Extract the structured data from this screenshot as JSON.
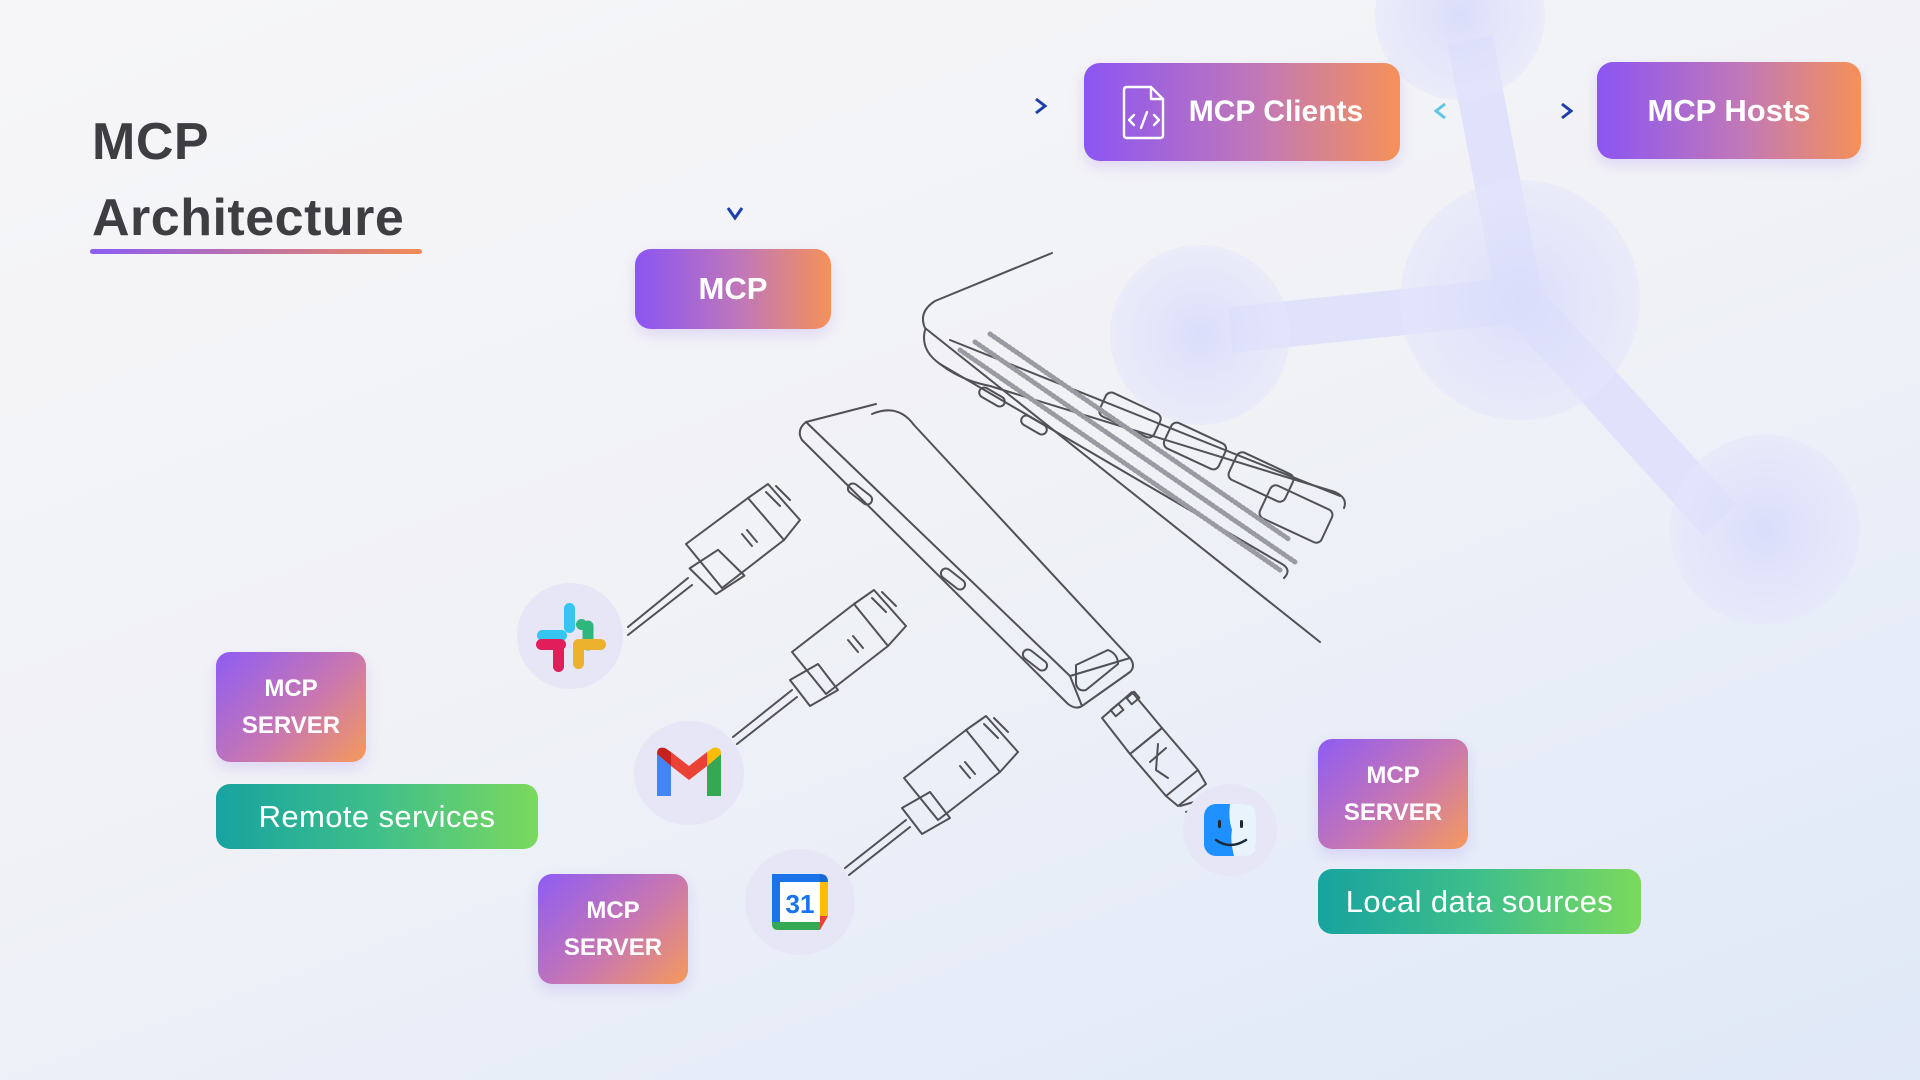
{
  "title": {
    "line1": "MCP",
    "line2": "Architecture"
  },
  "badges": {
    "mcp_clients": "MCP Clients",
    "mcp_hosts": "MCP Hosts",
    "mcp": "MCP",
    "server_line1": "MCP",
    "server_line2": "SERVER"
  },
  "labels": {
    "remote_services": "Remote services",
    "local_data_sources": "Local data sources"
  },
  "gcal_day": "31",
  "icons": [
    "code-file-icon",
    "slack-icon",
    "gmail-icon",
    "google-calendar-icon",
    "finder-icon",
    "laptop-illustration",
    "usb-hub-illustration",
    "usb-cable-icon"
  ],
  "colors": {
    "badge_gradient_start": "#8b55f2",
    "badge_gradient_end": "#f59158",
    "green_gradient_start": "#17a3a0",
    "green_gradient_end": "#7bd95d",
    "arrow_start": "#5ec7e6",
    "arrow_end": "#1e3fa8"
  }
}
